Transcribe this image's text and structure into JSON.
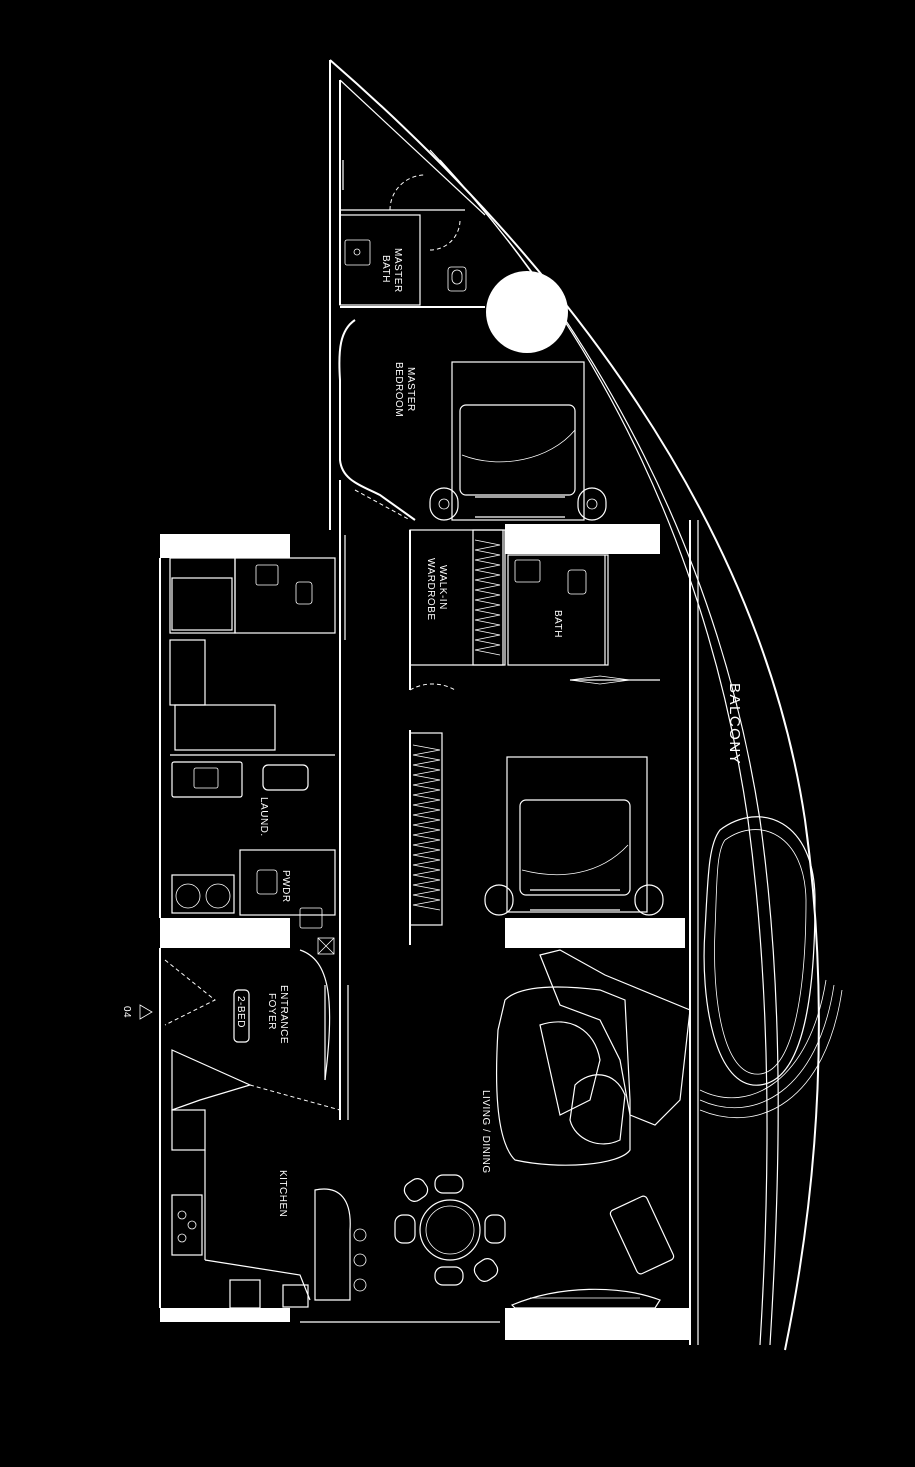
{
  "rooms": {
    "master_bath": [
      "MASTER",
      "BATH"
    ],
    "master_bedroom": [
      "MASTER",
      "BEDROOM"
    ],
    "walk_in_wardrobe": [
      "WALK-IN",
      "WARDROBE"
    ],
    "bath": "BATH",
    "balcony": "BALCONY",
    "laundry": "LAUND.",
    "powder": "PWDR",
    "entrance_foyer": [
      "ENTRANCE",
      "FOYER"
    ],
    "unit_tag": "2-BED",
    "living_dining": "LIVING / DINING",
    "kitchen": "KITCHEN"
  },
  "unit_number": "04",
  "colors": {
    "background": "#000000",
    "lines": "#ffffff"
  }
}
